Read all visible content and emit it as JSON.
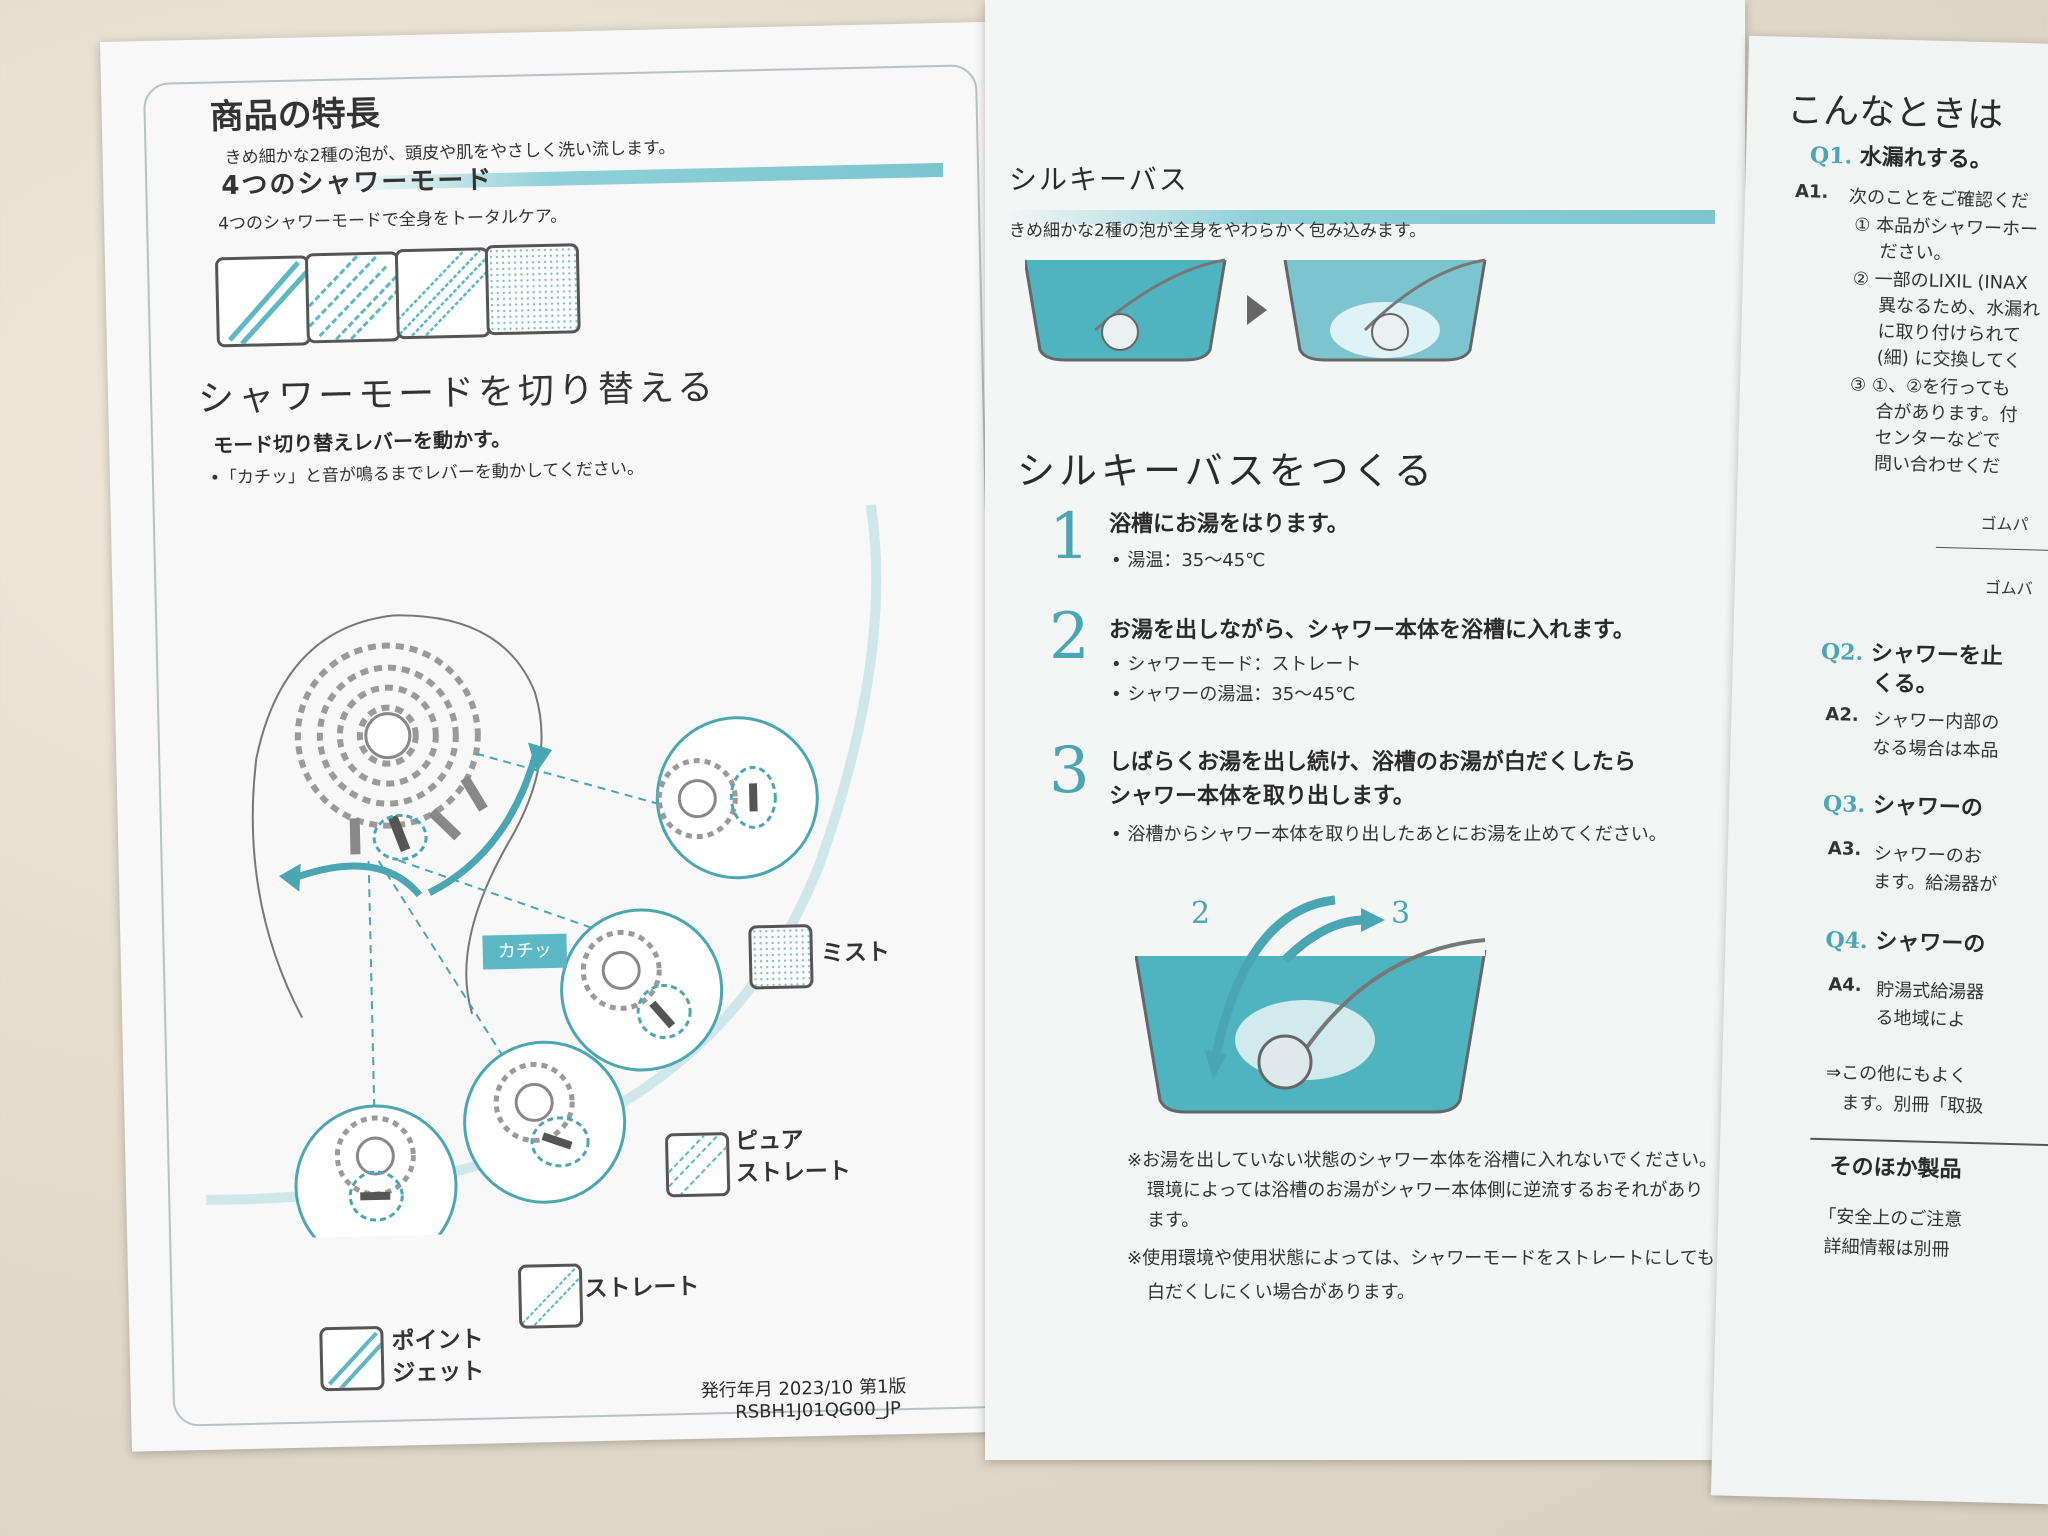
{
  "left": {
    "features_title": "商品の特長",
    "features_desc": "きめ細かな2種の泡が、頭皮や肌をやさしく洗い流します。",
    "modes_heading": "4つのシャワーモード",
    "modes_desc": "4つのシャワーモードで全身をトータルケア。",
    "switch_title": "シャワーモードを切り替える",
    "switch_sub": "モード切り替えレバーを動かす。",
    "switch_bullet": "•「カチッ」と音が鳴るまでレバーを動かしてください。",
    "click_label": "カチッ",
    "modes": {
      "mist": "ミスト",
      "pure_straight_1": "ピュア",
      "pure_straight_2": "ストレート",
      "straight": "ストレート",
      "point_jet_1": "ポイント",
      "point_jet_2": "ジェット"
    },
    "issue_date": "発行年月 2023/10 第1版",
    "doc_code": "RSBH1J01QG00_JP"
  },
  "middle": {
    "silky_title": "シルキーバス",
    "silky_desc": "きめ細かな2種の泡が全身をやわらかく包み込みます。",
    "make_title": "シルキーバスをつくる",
    "steps": [
      {
        "num": "1",
        "title": "浴槽にお湯をはります。",
        "bullets": [
          "• 湯温：35～45℃"
        ]
      },
      {
        "num": "2",
        "title": "お湯を出しながら、シャワー本体を浴槽に入れます。",
        "bullets": [
          "• シャワーモード：ストレート",
          "• シャワーの湯温：35～45℃"
        ]
      },
      {
        "num": "3",
        "title": "しばらくお湯を出し続け、浴槽のお湯が白だくしたら",
        "title2": "シャワー本体を取り出します。",
        "bullets": [
          "• 浴槽からシャワー本体を取り出したあとにお湯を止めてください。"
        ]
      }
    ],
    "arrow_2": "2",
    "arrow_3": "3",
    "notes": [
      "※お湯を出していない状態のシャワー本体を浴槽に入れないでください。",
      "環境によっては浴槽のお湯がシャワー本体側に逆流するおそれがあり",
      "ます。",
      "※使用環境や使用状態によっては、シャワーモードをストレートにしても",
      "白だくしにくい場合があります。"
    ]
  },
  "right": {
    "title": "こんなときは",
    "q1": "Q1.",
    "q1_text": "水漏れする。",
    "a1": "A1.",
    "a1_lines": [
      "次のことをご確認くだ",
      "① 本品がシャワーホー",
      "ださい。",
      "② 一部のLIXIL (INAX",
      "異なるため、水漏れ",
      "に取り付けられて",
      "(細) に交換してく",
      "③ ①、②を行っても",
      "合があります。付",
      "センターなどで",
      "問い合わせくだ"
    ],
    "gomu_1": "ゴムパ",
    "gomu_2": "ゴムバ",
    "q2": "Q2.",
    "q2_text": "シャワーを止",
    "q2_text2": "くる。",
    "a2": "A2.",
    "a2_lines": [
      "シャワー内部の",
      "なる場合は本品"
    ],
    "q3": "Q3.",
    "q3_text": "シャワーの",
    "a3": "A3.",
    "a3_lines": [
      "シャワーのお",
      "ます。給湯器が"
    ],
    "q4": "Q4.",
    "q4_text": "シャワーの",
    "a4": "A4.",
    "a4_lines": [
      "貯湯式給湯器",
      "る地域によ"
    ],
    "other_lines": [
      "⇒この他にもよく",
      "ます。別冊「取扱"
    ],
    "sonota": "そのほか製品",
    "sonota_lines": [
      "「安全上のご注意",
      "詳細情報は別冊"
    ]
  },
  "colors": {
    "accent": "#4aa6b3",
    "band": "#8fd0d8",
    "water": "#4fb3c0"
  }
}
